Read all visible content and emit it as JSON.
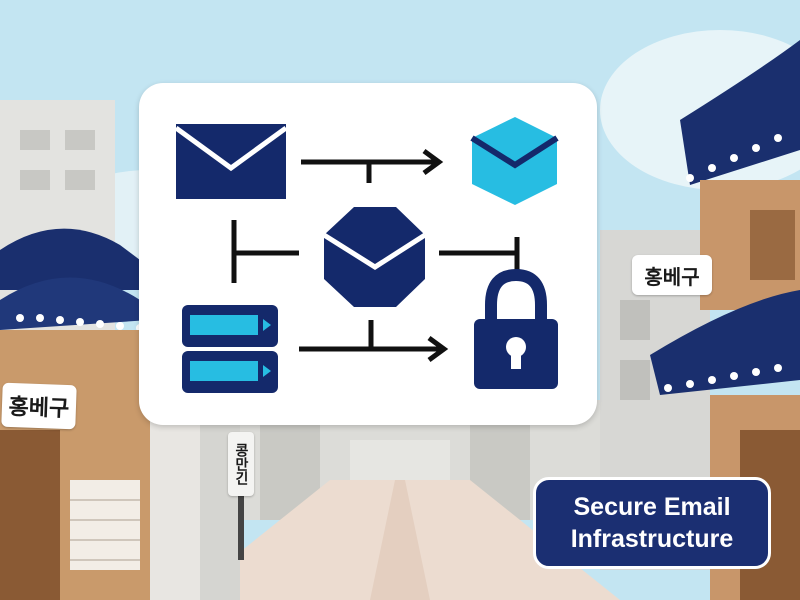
{
  "signs": {
    "left": "홍베구",
    "right": "홍베구",
    "pole": "콩만긴"
  },
  "badge": {
    "line1": "Secure Email",
    "line2": "Infrastructure"
  },
  "colors": {
    "navy": "#14296b",
    "cyan": "#27bde2",
    "sky": "#bfe3f1",
    "card": "#ffffff"
  },
  "icons": [
    "envelope-icon",
    "envelope-cube-icon",
    "envelope-hexagon-icon",
    "server-icon",
    "padlock-icon"
  ]
}
